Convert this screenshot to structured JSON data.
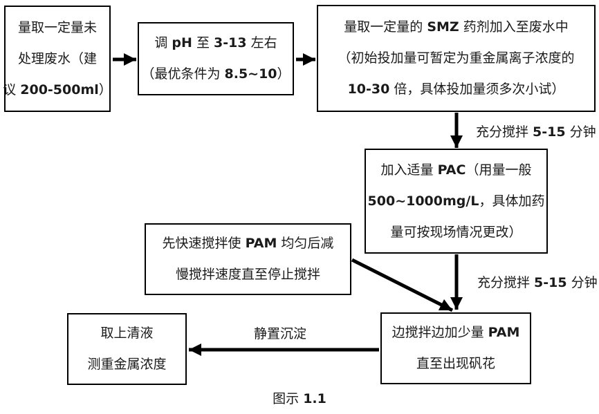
{
  "figure": {
    "caption": "图示 1.1"
  },
  "colors": {
    "background": "#ffffff",
    "line": "#000000",
    "text": "#1a1a1a"
  },
  "flowchart": {
    "boxes": {
      "measure_wastewater": {
        "lines": [
          "量取一定量未",
          "处理废水（建",
          "议 200-500ml）"
        ]
      },
      "adjust_ph": {
        "lines": [
          "调 pH 至 3-13 左右",
          "（最优条件为 8.5~10）"
        ]
      },
      "add_smz": {
        "lines": [
          "量取一定量的 SMZ 药剂加入至废水中",
          "（初始投加量可暂定为重金属离子浓度的",
          "10-30 倍，具体投加量须多次小试）"
        ]
      },
      "add_pac": {
        "lines": [
          "加入适量 PAC（用量一般",
          "500~1000mg/L，具体加药",
          "量可按现场情况更改）"
        ]
      },
      "pam_mix_speed": {
        "lines": [
          "先快速搅拌使 PAM 均匀后减",
          "慢搅拌速度直至停止搅拌"
        ]
      },
      "add_pam": {
        "lines": [
          "边搅拌边加少量 PAM",
          "直至出现矾花"
        ]
      },
      "take_supernatant": {
        "lines": [
          "取上清液",
          "测重金属浓度"
        ]
      }
    },
    "edge_labels": {
      "stir_after_smz": "充分搅拌 5-15 分钟",
      "stir_after_pac": "充分搅拌 5-15 分钟",
      "settle": "静置沉淀"
    }
  }
}
